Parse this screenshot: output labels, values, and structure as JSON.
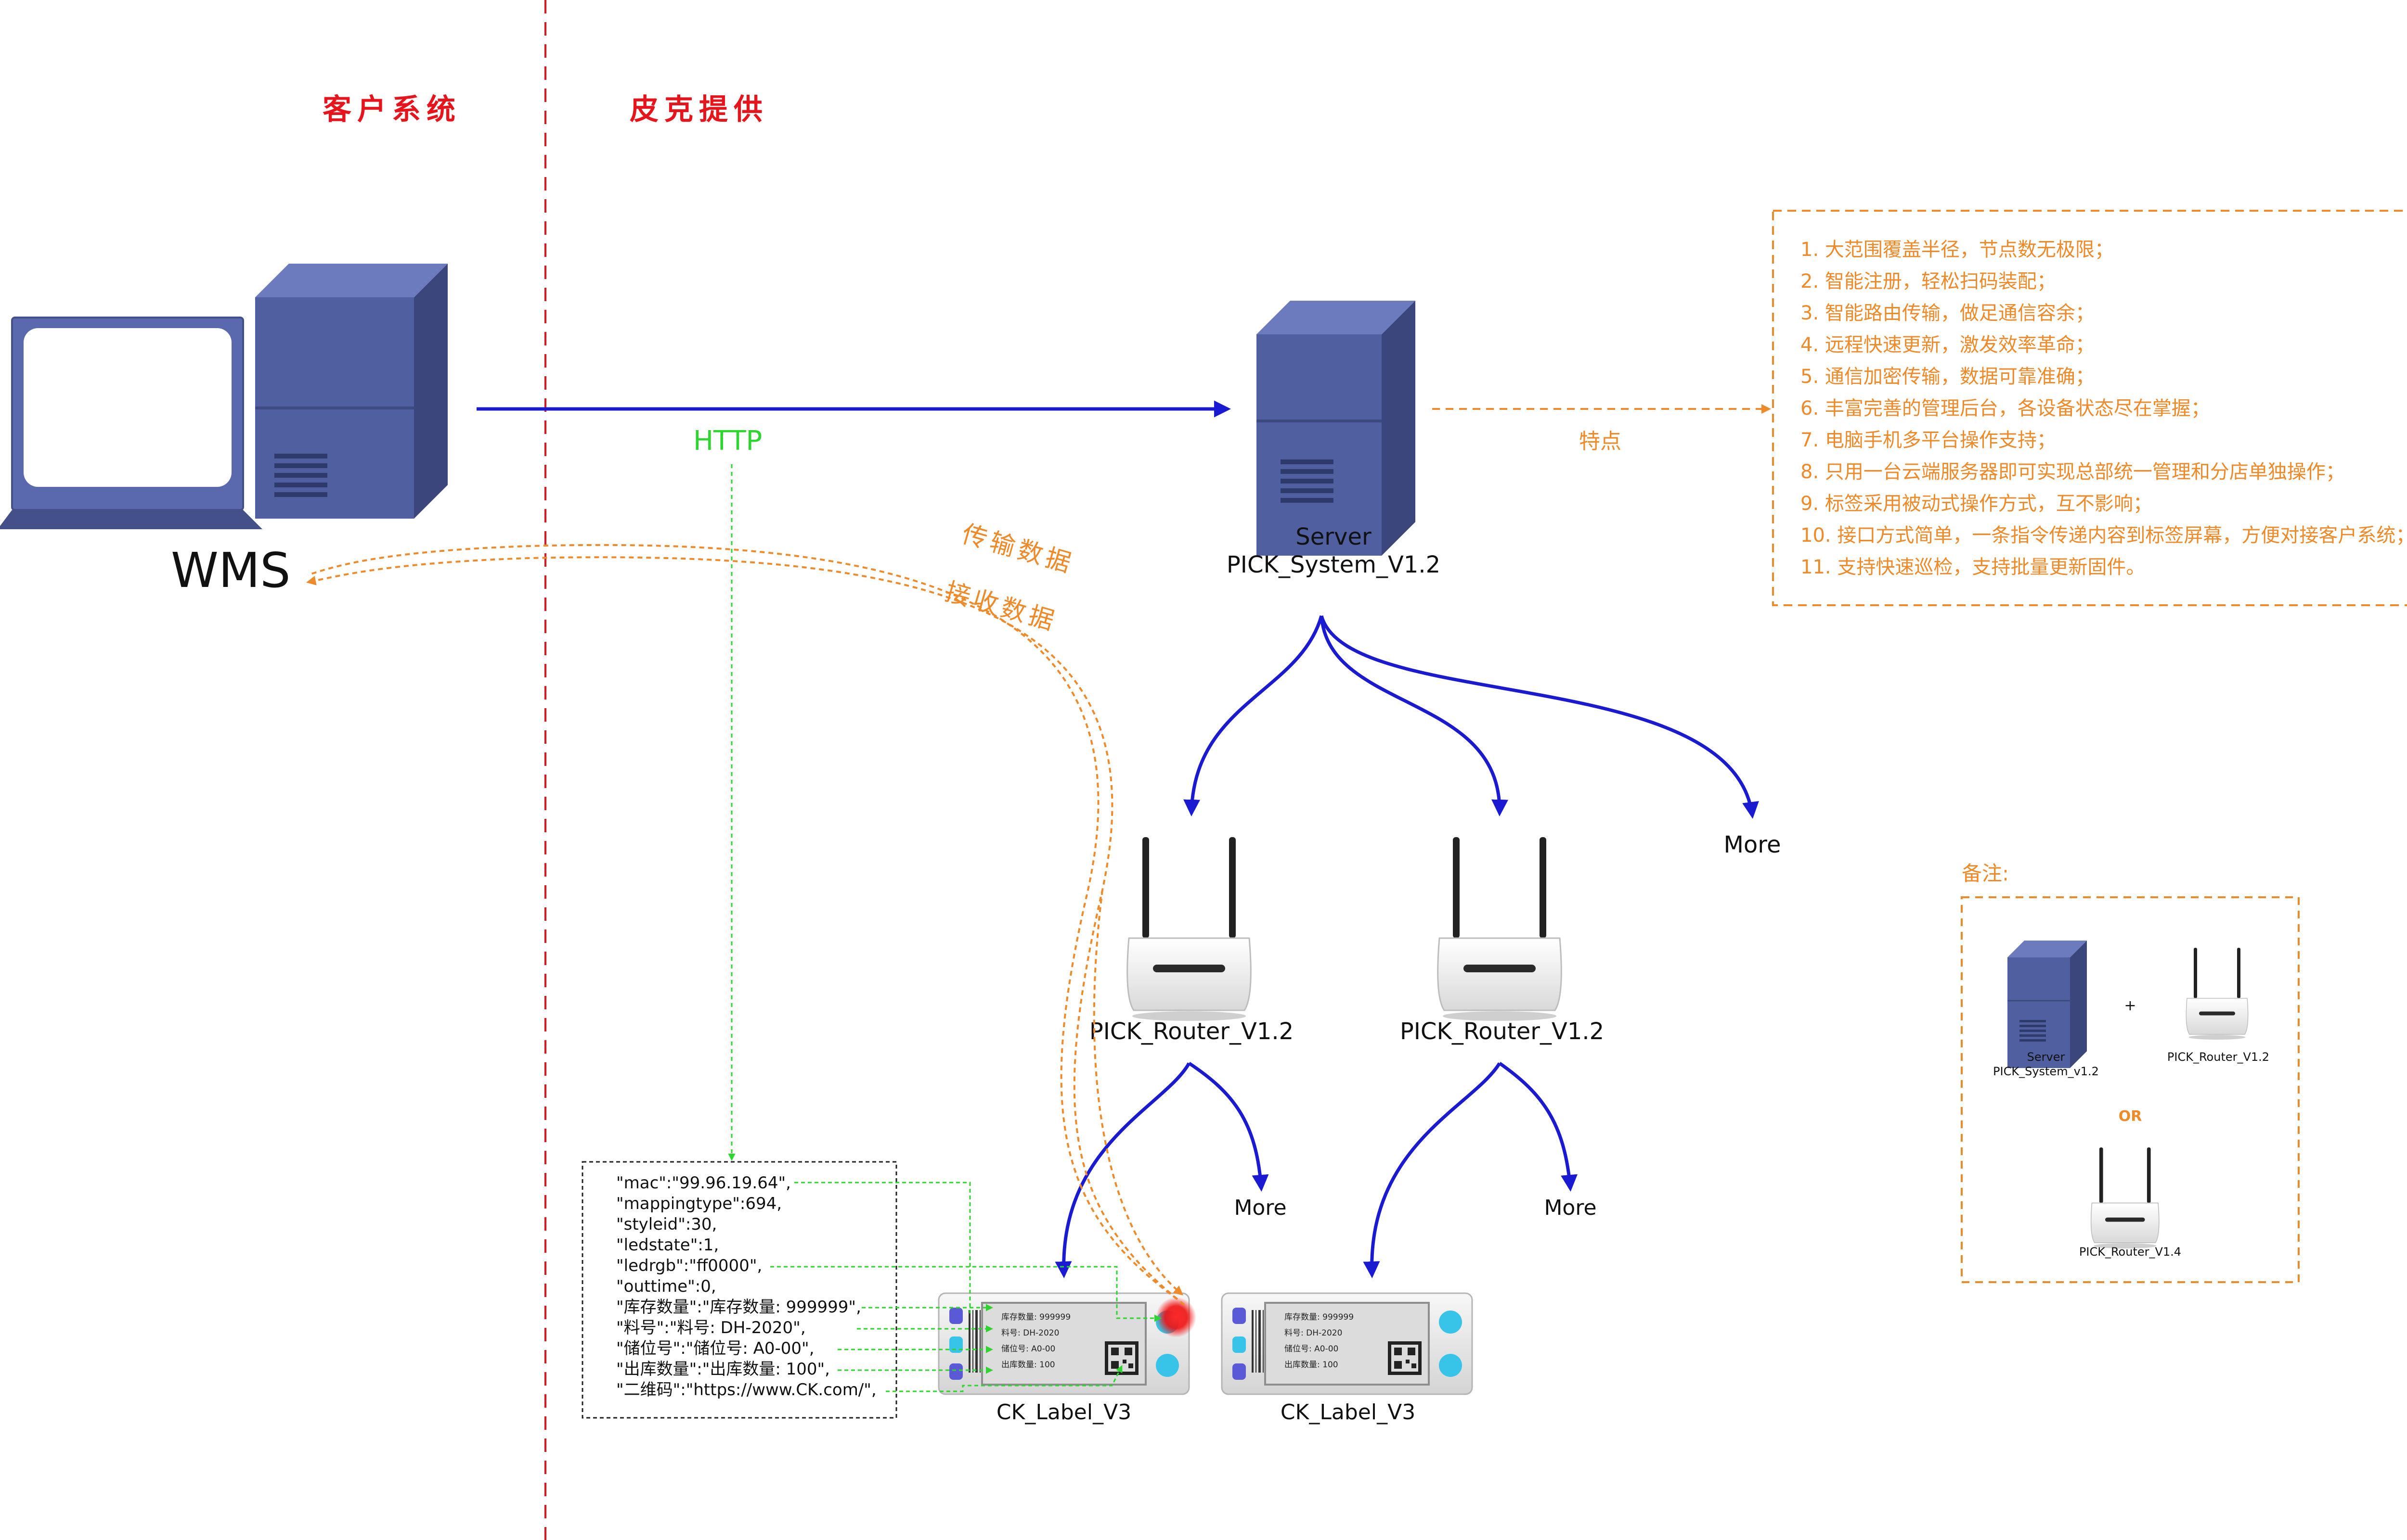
{
  "headers": {
    "customer_system": "客户系统",
    "pick_provides": "皮克提供"
  },
  "wms_label": "WMS",
  "http_label": "HTTP",
  "transmit_label": "传输数据",
  "receive_label": "接收数据",
  "server": {
    "line1": "Server",
    "line2": "PICK_System_V1.2"
  },
  "features_label": "特点",
  "features": [
    "1. 大范围覆盖半径，节点数无极限；",
    "2. 智能注册，轻松扫码装配；",
    "3. 智能路由传输，做足通信容余；",
    "4. 远程快速更新，激发效率革命；",
    "5. 通信加密传输，数据可靠准确；",
    "6. 丰富完善的管理后台，各设备状态尽在掌握；",
    "7. 电脑手机多平台操作支持；",
    "8. 只用一台云端服务器即可实现总部统一管理和分店单独操作；",
    "9. 标签采用被动式操作方式，互不影响；",
    "10. 接口方式简单，一条指令传递内容到标签屏幕，方便对接客户系统；",
    "11. 支持快速巡检，支持批量更新固件。"
  ],
  "more_label": "More",
  "routers": [
    {
      "label": "PICK_Router_V1.2",
      "more": "More"
    },
    {
      "label": "PICK_Router_V1.2",
      "more": "More"
    }
  ],
  "labels": [
    {
      "name": "CK_Label_V3"
    },
    {
      "name": "CK_Label_V3"
    }
  ],
  "label_screen": [
    "库存数量: 999999",
    "料号: DH-2020",
    "储位号: A0-00",
    "出库数量: 100"
  ],
  "json_lines": [
    "\"mac\":\"99.96.19.64\",",
    "\"mappingtype\":694,",
    "\"styleid\":30,",
    "\"ledstate\":1,",
    "\"ledrgb\":\"ff0000\",",
    "\"outtime\":0,",
    "\"库存数量\":\"库存数量: 999999\",",
    "\"料号\":\"料号: DH-2020\",",
    "\"储位号\":\"储位号: A0-00\",",
    "\"出库数量\":\"出库数量: 100\",",
    "\"二维码\":\"https://www.CK.com/\","
  ],
  "note": {
    "title": "备注:",
    "server_line1": "Server",
    "server_line2": "PICK_System_v1.2",
    "plus": "+",
    "router_a": "PICK_Router_V1.2",
    "or": "OR",
    "router_b": "PICK_Router_V1.4"
  },
  "colors": {
    "red": "#e8141b",
    "orange": "#ee8a2a",
    "blue": "#1a1ad0",
    "green": "#2fd52f",
    "server_blue": "#4a5a9c"
  }
}
